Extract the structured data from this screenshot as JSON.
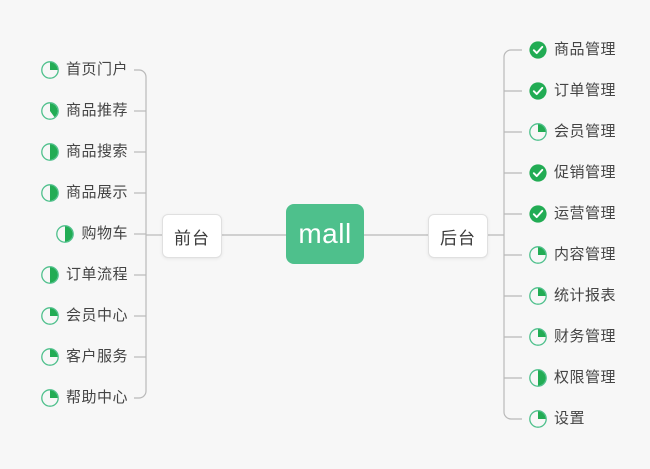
{
  "diagram": {
    "type": "mindmap",
    "background_color": "#f7f7f7",
    "accent_color": "#4ec08c",
    "done_color": "#22ac54",
    "line_color": "#b9b9b9",
    "text_color": "#444444",
    "center": {
      "label": "mall"
    },
    "branches": [
      {
        "side": "left",
        "node": {
          "label": "前台"
        },
        "items": [
          {
            "label": "首页门户",
            "icon": "pie-progress-icon",
            "progress": 25
          },
          {
            "label": "商品推荐",
            "icon": "pie-progress-icon",
            "progress": 40
          },
          {
            "label": "商品搜索",
            "icon": "pie-progress-icon",
            "progress": 50
          },
          {
            "label": "商品展示",
            "icon": "pie-progress-icon",
            "progress": 50
          },
          {
            "label": "购物车",
            "icon": "pie-progress-icon",
            "progress": 50
          },
          {
            "label": "订单流程",
            "icon": "pie-progress-icon",
            "progress": 50
          },
          {
            "label": "会员中心",
            "icon": "pie-progress-icon",
            "progress": 25
          },
          {
            "label": "客户服务",
            "icon": "pie-progress-icon",
            "progress": 25
          },
          {
            "label": "帮助中心",
            "icon": "pie-progress-icon",
            "progress": 25
          }
        ]
      },
      {
        "side": "right",
        "node": {
          "label": "后台"
        },
        "items": [
          {
            "label": "商品管理",
            "icon": "check-circle-icon",
            "progress": 100
          },
          {
            "label": "订单管理",
            "icon": "check-circle-icon",
            "progress": 100
          },
          {
            "label": "会员管理",
            "icon": "pie-progress-icon",
            "progress": 25
          },
          {
            "label": "促销管理",
            "icon": "check-circle-icon",
            "progress": 100
          },
          {
            "label": "运营管理",
            "icon": "check-circle-icon",
            "progress": 100
          },
          {
            "label": "内容管理",
            "icon": "pie-progress-icon",
            "progress": 25
          },
          {
            "label": "统计报表",
            "icon": "pie-progress-icon",
            "progress": 25
          },
          {
            "label": "财务管理",
            "icon": "pie-progress-icon",
            "progress": 25
          },
          {
            "label": "权限管理",
            "icon": "pie-progress-icon",
            "progress": 50
          },
          {
            "label": "设置",
            "icon": "pie-progress-icon",
            "progress": 25
          }
        ]
      }
    ]
  }
}
